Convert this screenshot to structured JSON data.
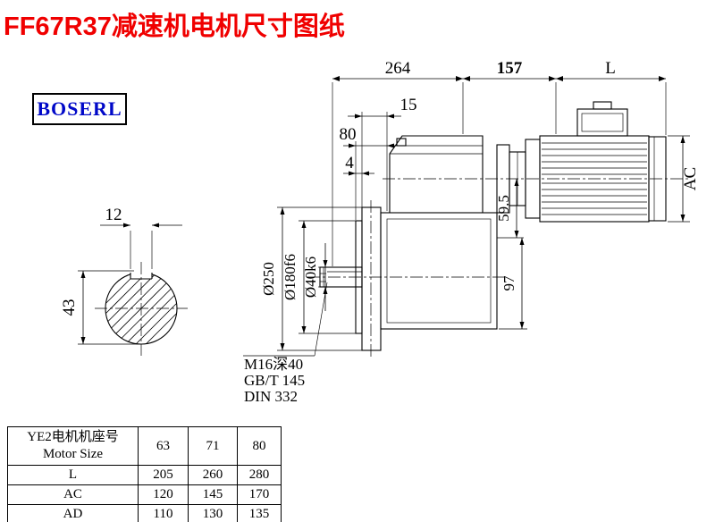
{
  "page": {
    "title": "FF67R37减速机电机尺寸图纸",
    "brand": "BOSERL"
  },
  "drawing": {
    "dims": {
      "d264": "264",
      "d157": "157",
      "dL": "L",
      "d15": "15",
      "d80": "80",
      "d4": "4",
      "dAC": "AC",
      "d12": "12",
      "d43": "43",
      "d59_5": "59.5",
      "d97": "97",
      "dia250": "Ø250",
      "dia180": "Ø180f6",
      "dia40": "Ø40k6"
    },
    "notes": {
      "thread": "M16深40",
      "gb": "GB/T 145",
      "din": "DIN 332"
    }
  },
  "table": {
    "header_label_cn": "YE2电机机座号",
    "header_label_en": "Motor Size",
    "columns": [
      "63",
      "71",
      "80"
    ],
    "rows": [
      {
        "label": "L",
        "values": [
          "205",
          "260",
          "280"
        ]
      },
      {
        "label": "AC",
        "values": [
          "120",
          "145",
          "170"
        ]
      },
      {
        "label": "AD",
        "values": [
          "110",
          "130",
          "135"
        ]
      }
    ]
  }
}
